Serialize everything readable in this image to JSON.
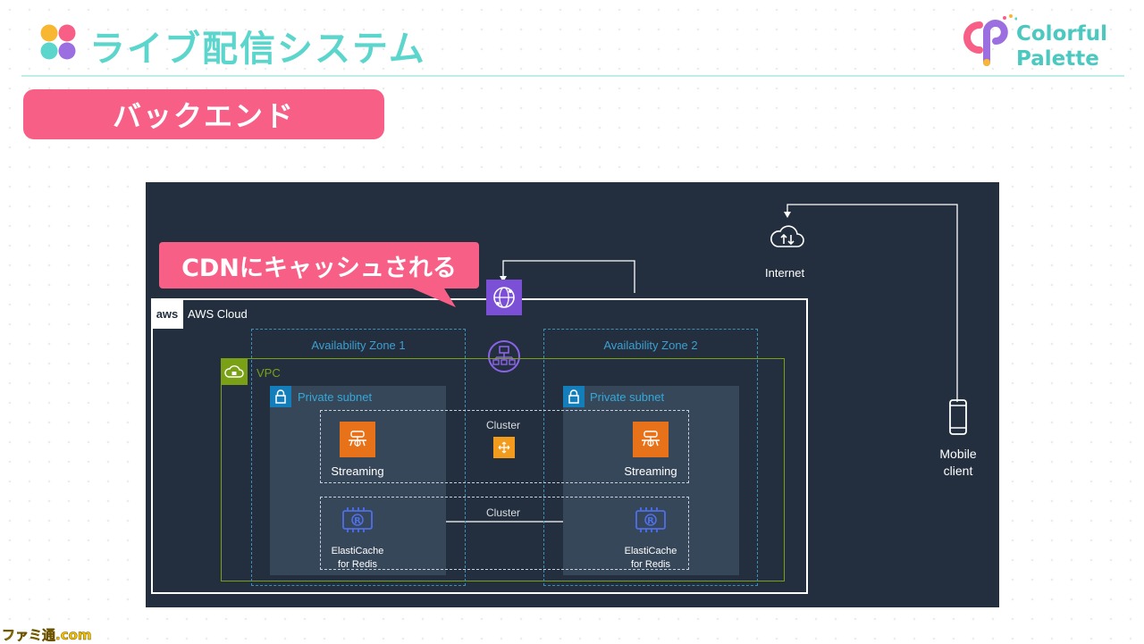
{
  "header": {
    "title": "ライブ配信システム",
    "logo_dot_colors": [
      "#f7b733",
      "#f75f86",
      "#5cd6cc",
      "#9b6fe0"
    ]
  },
  "brand": {
    "line1": "Colorful",
    "line2": "Palette",
    "color": "#4bc8c0"
  },
  "section": {
    "label": "バックエンド",
    "color": "#f75f86"
  },
  "callout": {
    "text": "CDNにキャッシュされる"
  },
  "diagram": {
    "background": "#232f3e",
    "aws_cloud_label": "AWS Cloud",
    "aws_logo_text": "aws",
    "internet_label": "Internet",
    "mobile_label_line1": "Mobile",
    "mobile_label_line2": "client",
    "vpc_label": "VPC",
    "az1_label": "Availability Zone 1",
    "az2_label": "Availability Zone 2",
    "subnet1_label": "Private subnet",
    "subnet2_label": "Private subnet",
    "cluster_streaming_label": "Cluster",
    "cluster_redis_label": "Cluster",
    "streaming1_label": "Streaming",
    "streaming2_label": "Streaming",
    "redis1_line1": "ElastiCache",
    "redis1_line2": "for Redis",
    "redis2_line1": "ElastiCache",
    "redis2_line2": "for Redis"
  },
  "watermark": {
    "text": "ファミ通.com"
  }
}
